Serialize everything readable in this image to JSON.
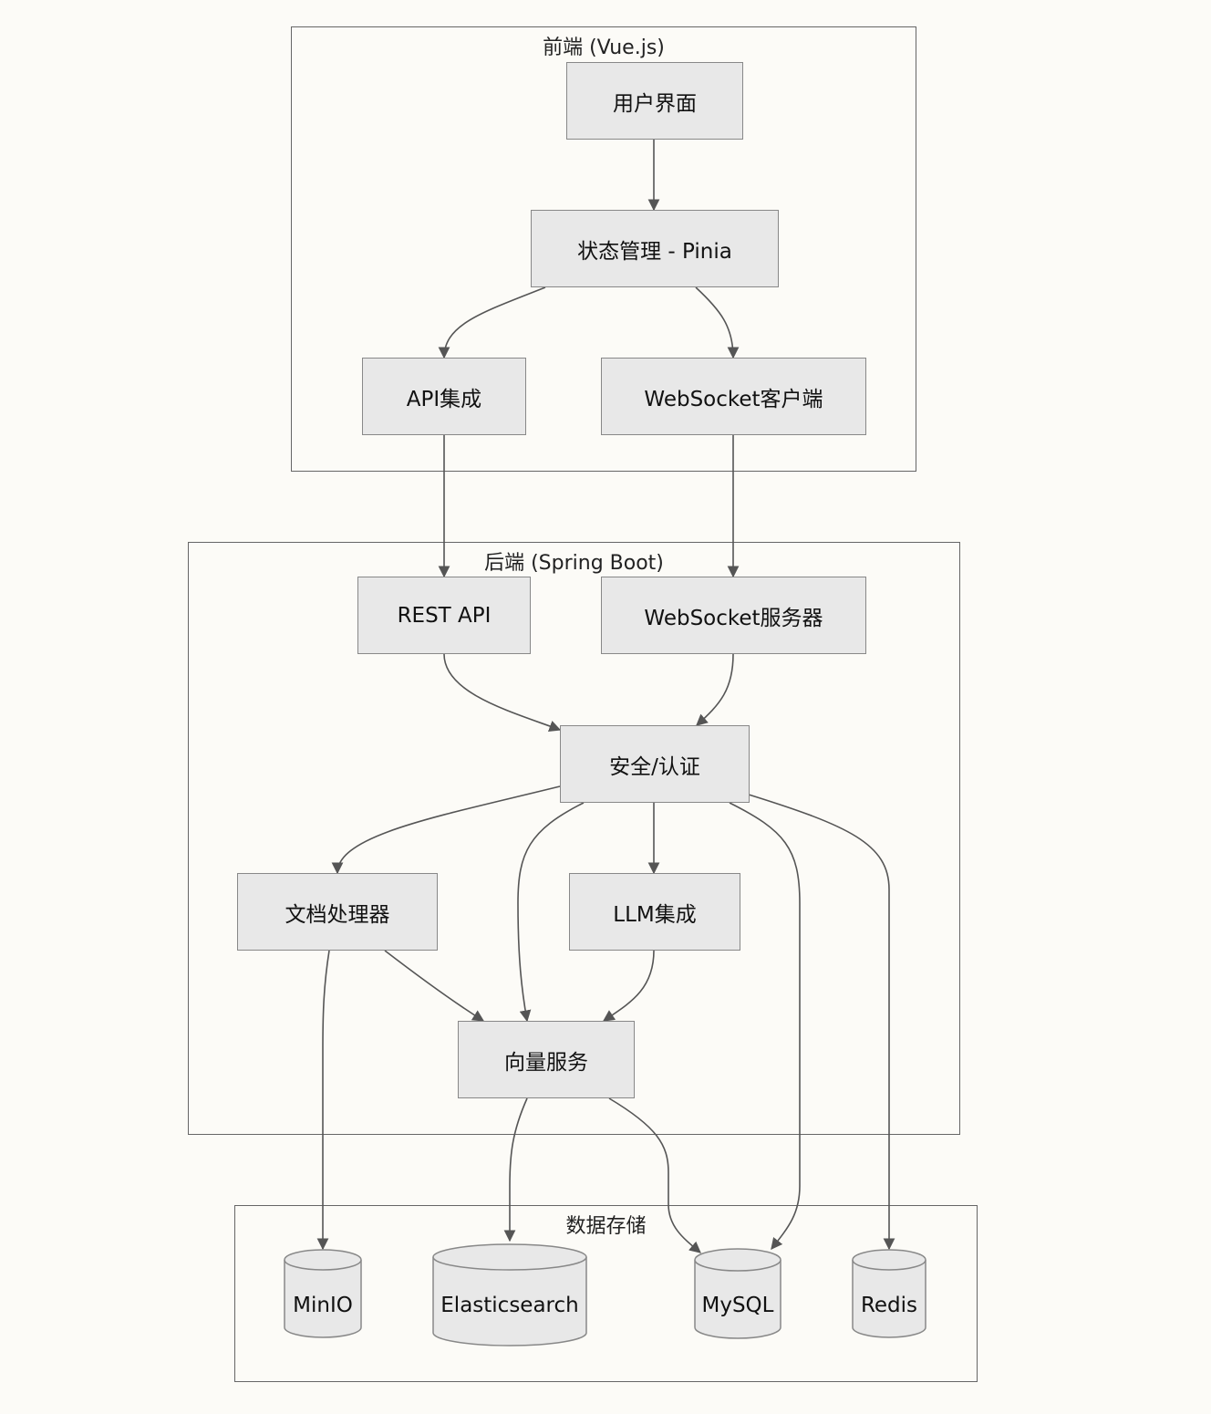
{
  "groups": {
    "frontend": {
      "title": "前端 (Vue.js)"
    },
    "backend": {
      "title": "后端 (Spring Boot)"
    },
    "storage": {
      "title": "数据存储"
    }
  },
  "nodes": {
    "ui": "用户界面",
    "pinia": "状态管理 - Pinia",
    "api": "API集成",
    "wsclient": "WebSocket客户端",
    "rest": "REST API",
    "wsserver": "WebSocket服务器",
    "auth": "安全/认证",
    "docproc": "文档处理器",
    "llm": "LLM集成",
    "vector": "向量服务"
  },
  "databases": {
    "minio": "MinIO",
    "elastic": "Elasticsearch",
    "mysql": "MySQL",
    "redis": "Redis"
  },
  "edges": [
    [
      "ui",
      "pinia"
    ],
    [
      "pinia",
      "api"
    ],
    [
      "pinia",
      "wsclient"
    ],
    [
      "api",
      "rest"
    ],
    [
      "wsclient",
      "wsserver"
    ],
    [
      "rest",
      "auth"
    ],
    [
      "wsserver",
      "auth"
    ],
    [
      "auth",
      "docproc"
    ],
    [
      "auth",
      "vector"
    ],
    [
      "auth",
      "llm"
    ],
    [
      "auth",
      "mysql"
    ],
    [
      "auth",
      "redis"
    ],
    [
      "docproc",
      "vector"
    ],
    [
      "docproc",
      "minio"
    ],
    [
      "llm",
      "vector"
    ],
    [
      "vector",
      "elastic"
    ],
    [
      "vector",
      "mysql"
    ]
  ],
  "colors": {
    "node_fill": "#e8e8e8",
    "node_border": "#888888",
    "edge": "#555555",
    "background": "#fcfbf7"
  }
}
